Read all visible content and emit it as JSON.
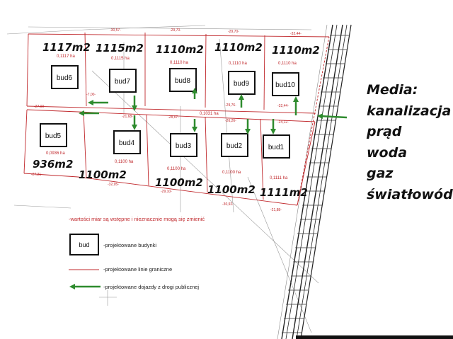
{
  "plots": [
    {
      "bud": "bud6",
      "area_big": "1117m2",
      "area_ha": "0,1117 ha"
    },
    {
      "bud": "bud7",
      "area_big": "1115m2",
      "area_ha": "0,1115 ha"
    },
    {
      "bud": "bud8",
      "area_big": "1110m2",
      "area_ha": "0,1110 ha"
    },
    {
      "bud": "bud9",
      "area_big": "1110m2",
      "area_ha": "0,1110 ha"
    },
    {
      "bud": "bud10",
      "area_big": "1110m2",
      "area_ha": "0,1110 ha"
    },
    {
      "bud": "bud5",
      "area_big": "936m2",
      "area_ha": "0,0936 ha"
    },
    {
      "bud": "bud4",
      "area_big": "1100m2",
      "area_ha": "0,1100 ha"
    },
    {
      "bud": "bud3",
      "area_big": "1100m2",
      "area_ha": "0,1100 ha"
    },
    {
      "bud": "bud2",
      "area_big": "1100m2",
      "area_ha": "0,1100 ha"
    },
    {
      "bud": "bud1",
      "area_big": "1111m2",
      "area_ha": "0,1111 ha"
    }
  ],
  "road_area_ha": "0,1031 ha",
  "dimensions": [
    "-30,57-",
    "-29,70-",
    "-29,70-",
    "-32,44-",
    "-27,00-",
    "-21,68-",
    "-28,67-",
    "-29,76-",
    "-26,26-",
    "-32,44-",
    "-27,21-",
    "-32,95-",
    "-29,10-",
    "-30,92-",
    "-21,88-",
    "-7,00-",
    "-24,12-"
  ],
  "media": {
    "lines": [
      "Media:",
      "kanalizacja",
      "prąd",
      "woda",
      "gaz",
      "światłowód"
    ]
  },
  "legend": {
    "note": "-wartości miar są wstępne i nieznacznie mogą się zmienić",
    "box_label": "bud",
    "buildings": "-projektowane budynki",
    "lines": "-projektowane linie graniczne",
    "access": "-projektowane dojazdy z drogi publicznej"
  },
  "colors": {
    "boundary": "#c0282c",
    "arrow": "#2e8b2e",
    "ink": "#111111"
  }
}
